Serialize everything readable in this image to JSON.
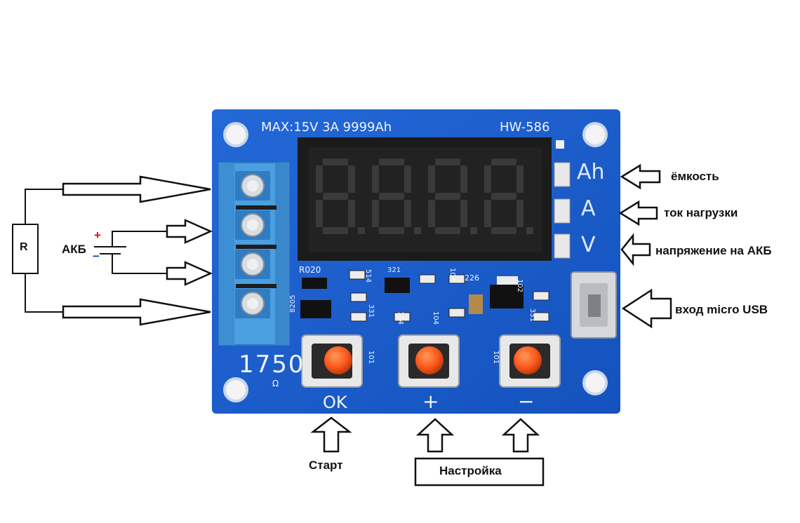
{
  "board": {
    "rating": "MAX:15V  3A  9999Ah",
    "model": "HW-586",
    "resistor_code": "R020",
    "shunt": "1750",
    "shunt_unit": "Ω",
    "chip_codes": [
      "8205",
      "321",
      "514",
      "331",
      "103",
      "226",
      "102",
      "331",
      "104",
      "104",
      "101",
      "101"
    ],
    "display_digits": [
      "8.",
      "8.",
      "8.",
      "8."
    ],
    "indicators": [
      "Ah",
      "A",
      "V"
    ],
    "button_marks": [
      "OK",
      "+",
      "−"
    ]
  },
  "circuit": {
    "resistor": "R",
    "battery": "АКБ",
    "plus": "+",
    "minus": "−"
  },
  "labels": {
    "capacity": "ёмкость",
    "load_current": "ток нагрузки",
    "battery_voltage": "напряжение на АКБ",
    "usb_input": "вход micro USB",
    "start": "Старт",
    "settings": "Настройка"
  },
  "colors": {
    "pcb": "#1a5fd1",
    "terminal": "#4a9fe0",
    "display": "#1b1b1b",
    "segment": "#3a3a3a",
    "button": "#e0e0e0",
    "button_cap": "#ff5a1e",
    "silk": "#eef4ff"
  }
}
